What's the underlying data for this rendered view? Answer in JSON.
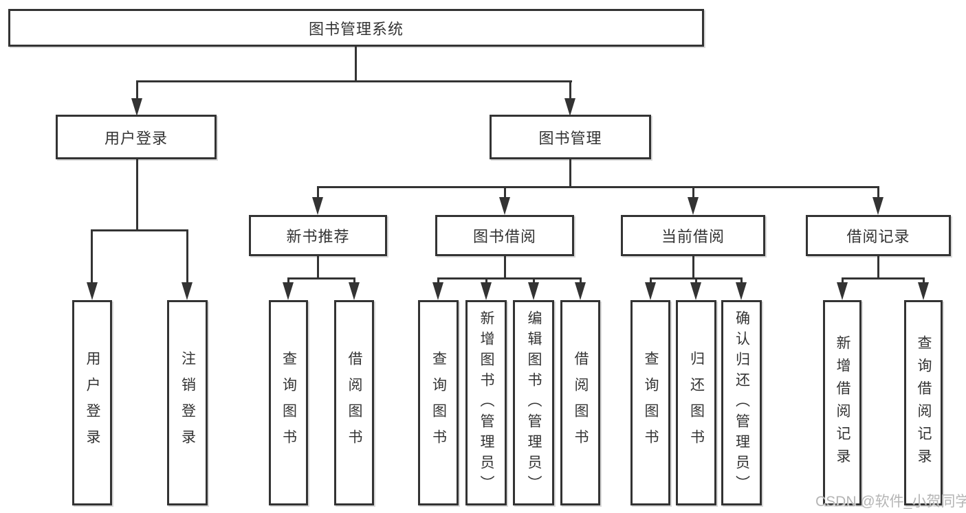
{
  "colors": {
    "line": "#333333",
    "box-border": "#333333",
    "box-fill": "#ffffff",
    "text": "#333333",
    "watermark": "#b5b5b5"
  },
  "tree": {
    "root": {
      "label": "图书管理系统",
      "children": [
        {
          "label": "用户登录",
          "children": [
            {
              "label": "用户登录"
            },
            {
              "label": "注销登录"
            }
          ]
        },
        {
          "label": "图书管理",
          "children": [
            {
              "label": "新书推荐",
              "children": [
                {
                  "label": "查询图书"
                },
                {
                  "label": "借阅图书"
                }
              ]
            },
            {
              "label": "图书借阅",
              "children": [
                {
                  "label": "查询图书"
                },
                {
                  "label": "新增图书（管理员）"
                },
                {
                  "label": "编辑图书（管理员）"
                },
                {
                  "label": "借阅图书"
                }
              ]
            },
            {
              "label": "当前借阅",
              "children": [
                {
                  "label": "查询图书"
                },
                {
                  "label": "归还图书"
                },
                {
                  "label": "确认归还（管理员）"
                }
              ]
            },
            {
              "label": "借阅记录",
              "children": [
                {
                  "label": "新增借阅记录"
                },
                {
                  "label": "查询借阅记录"
                }
              ]
            }
          ]
        }
      ]
    }
  },
  "watermark": {
    "text": "CSDN @软件_小贺同学"
  }
}
